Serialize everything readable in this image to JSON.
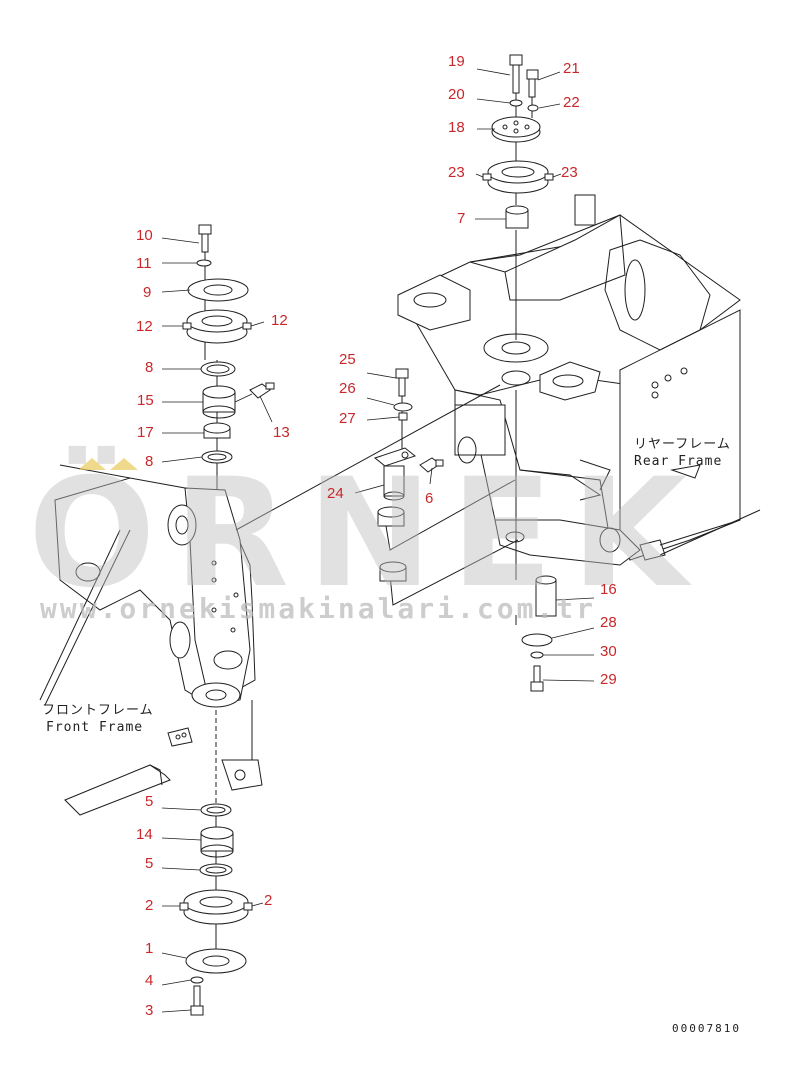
{
  "callouts": [
    {
      "id": "c19",
      "label": "19"
    },
    {
      "id": "c21",
      "label": "21"
    },
    {
      "id": "c20",
      "label": "20"
    },
    {
      "id": "c22",
      "label": "22"
    },
    {
      "id": "c18",
      "label": "18"
    },
    {
      "id": "c23l",
      "label": "23"
    },
    {
      "id": "c23r",
      "label": "23"
    },
    {
      "id": "c7",
      "label": "7"
    },
    {
      "id": "c10",
      "label": "10"
    },
    {
      "id": "c11",
      "label": "11"
    },
    {
      "id": "c9",
      "label": "9"
    },
    {
      "id": "c12l",
      "label": "12"
    },
    {
      "id": "c12r",
      "label": "12"
    },
    {
      "id": "c8a",
      "label": "8"
    },
    {
      "id": "c15",
      "label": "15"
    },
    {
      "id": "c13",
      "label": "13"
    },
    {
      "id": "c17",
      "label": "17"
    },
    {
      "id": "c8b",
      "label": "8"
    },
    {
      "id": "c25",
      "label": "25"
    },
    {
      "id": "c26",
      "label": "26"
    },
    {
      "id": "c27",
      "label": "27"
    },
    {
      "id": "c24",
      "label": "24"
    },
    {
      "id": "c6",
      "label": "6"
    },
    {
      "id": "c16",
      "label": "16"
    },
    {
      "id": "c28",
      "label": "28"
    },
    {
      "id": "c30",
      "label": "30"
    },
    {
      "id": "c29",
      "label": "29"
    },
    {
      "id": "c5a",
      "label": "5"
    },
    {
      "id": "c14",
      "label": "14"
    },
    {
      "id": "c5b",
      "label": "5"
    },
    {
      "id": "c2l",
      "label": "2"
    },
    {
      "id": "c2r",
      "label": "2"
    },
    {
      "id": "c1",
      "label": "1"
    },
    {
      "id": "c4",
      "label": "4"
    },
    {
      "id": "c3",
      "label": "3"
    }
  ],
  "captions": {
    "rear_frame_jp": "リヤーフレーム",
    "rear_frame_en": "Rear Frame",
    "front_frame_jp": "フロントフレーム",
    "front_frame_en": "Front Frame"
  },
  "drawing_code": "00007810",
  "watermark": {
    "brand": "ÖRNEK",
    "url": "www.ornekismakinalari.com.tr",
    "color": "#bdbdbd"
  },
  "colors": {
    "callout": "#c8282b",
    "line": "#1f1f1f",
    "background": "#ffffff"
  }
}
